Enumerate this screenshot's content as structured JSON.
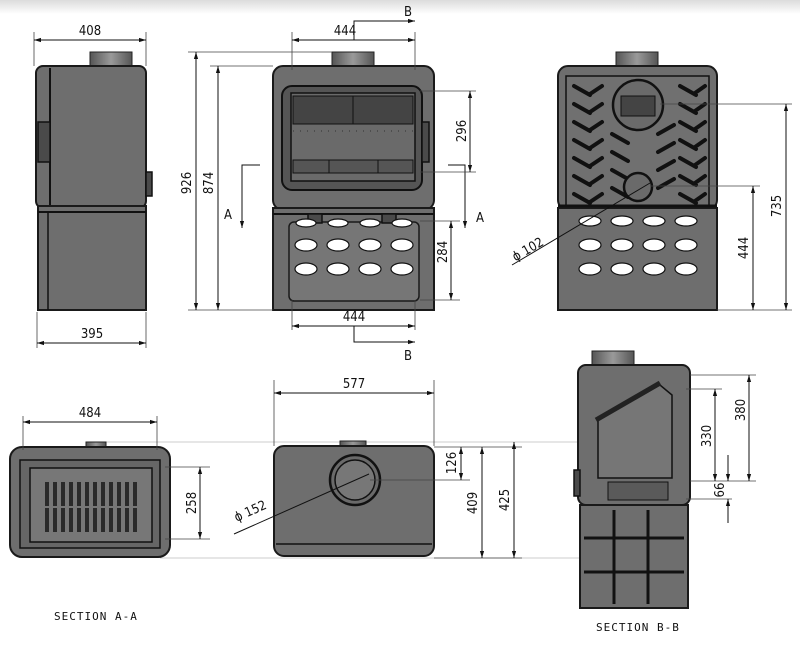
{
  "drawing": {
    "subject": "Wood stove dimension drawing",
    "units": "mm",
    "colors": {
      "body": "#6e6e6e",
      "outline": "#1a1a1a",
      "background": "#ffffff"
    },
    "side_view": {
      "width_top": "408",
      "width_bottom": "395"
    },
    "front_view": {
      "width_top": "444",
      "width_bottom": "444",
      "height_total": "926",
      "height_to_flue": "874",
      "door_height": "296",
      "lower_panel_height": "284",
      "section_a_label": "A",
      "section_b_label": "B"
    },
    "rear_view": {
      "rear_flue_diameter": "ϕ 102",
      "rear_flue_height": "444",
      "top_flue_center_height": "735"
    },
    "section_a": {
      "title": "SECTION A-A",
      "width": "484",
      "depth": "258"
    },
    "top_view": {
      "width": "577",
      "flue_diameter": "ϕ 152",
      "flue_offset": "126",
      "depth": "409",
      "depth_total": "425"
    },
    "section_b": {
      "title": "SECTION B-B",
      "firebox_height": "330",
      "height": "380",
      "hearth_height": "66"
    }
  }
}
